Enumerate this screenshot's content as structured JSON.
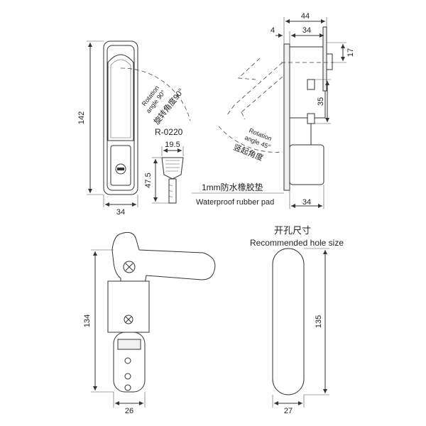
{
  "model": "R-0220",
  "front_view": {
    "height": "142",
    "width": "34",
    "rotation_label_en_1": "Rotation",
    "rotation_label_en_2": "angle 90°",
    "rotation_label_cn": "旋转角度90°"
  },
  "key": {
    "width": "19.5",
    "length": "47.5"
  },
  "side_view": {
    "total_depth": "44",
    "flange_thickness": "4",
    "body_depth": "34",
    "top_offset": "17",
    "screw_spacing": "35",
    "bottom_width": "34",
    "lift_label_en_1": "Rotation",
    "lift_label_en_2": "angle 45°",
    "lift_label_cn": "竖起角度",
    "pad_label_cn": "1mm防水橡胶垫",
    "pad_label_en": "Waterproof rubber pad"
  },
  "open_view": {
    "height": "134",
    "width": "26"
  },
  "hole": {
    "title_cn": "开孔尺寸",
    "title_en": "Recommended hole size",
    "height": "135",
    "width": "27"
  }
}
